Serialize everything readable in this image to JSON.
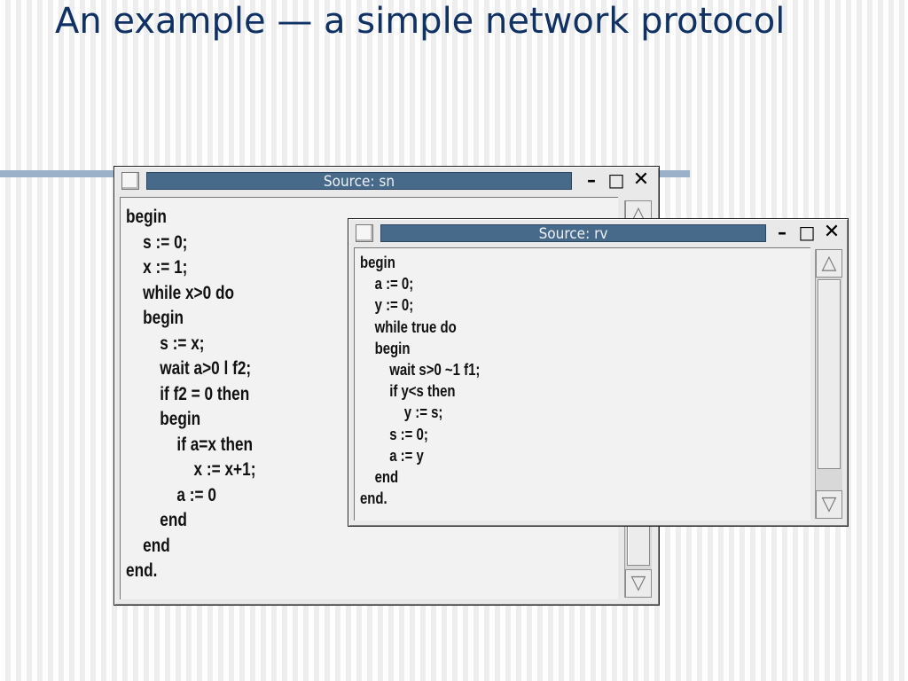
{
  "slide": {
    "title": "An example — a simple network protocol"
  },
  "windows": {
    "sn": {
      "title": "Source: sn",
      "minimize_glyph": "–",
      "maximize_glyph": "□",
      "close_glyph": "✕",
      "code": "begin\n    s := 0;\n    x := 1;\n    while x>0 do\n    begin\n        s := x;\n        wait a>0 l f2;\n        if f2 = 0 then\n        begin\n            if a=x then\n                x := x+1;\n            a := 0\n        end\n    end\nend."
    },
    "rv": {
      "title": "Source: rv",
      "minimize_glyph": "–",
      "maximize_glyph": "□",
      "close_glyph": "✕",
      "code": "begin\n    a := 0;\n    y := 0;\n    while true do\n    begin\n        wait s>0 ~1 f1;\n        if y<s then\n            y := s;\n        s := 0;\n        a := y\n    end\nend."
    }
  },
  "colors": {
    "title_text": "#0f3163",
    "titlebar": "#486a8a",
    "accent_rule": "#9bb0c9"
  },
  "icons": {
    "scroll_up": "triangle-up-icon",
    "scroll_down": "triangle-down-icon"
  }
}
